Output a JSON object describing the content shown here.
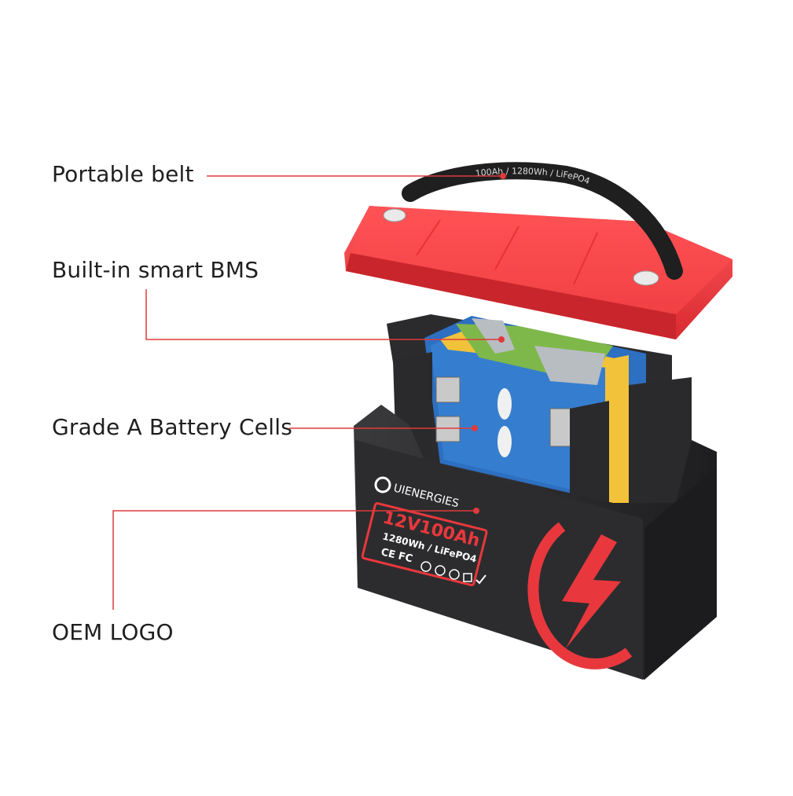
{
  "callouts": {
    "belt": "Portable belt",
    "bms": "Built-in smart BMS",
    "cells": "Grade A Battery Cells",
    "oem": "OEM LOGO"
  },
  "belt_print": "100Ah / 1280Wh / LiFePO4",
  "brand": "UIENERGIES",
  "rating": "12V100Ah",
  "spec": "1280Wh / LiFePO4",
  "cert_marks": [
    "CE",
    "FC"
  ],
  "colors": {
    "accent": "#e8383d",
    "case": "#2a2a2c",
    "lid": "#f23a3f",
    "leader": "#e03a3a"
  }
}
